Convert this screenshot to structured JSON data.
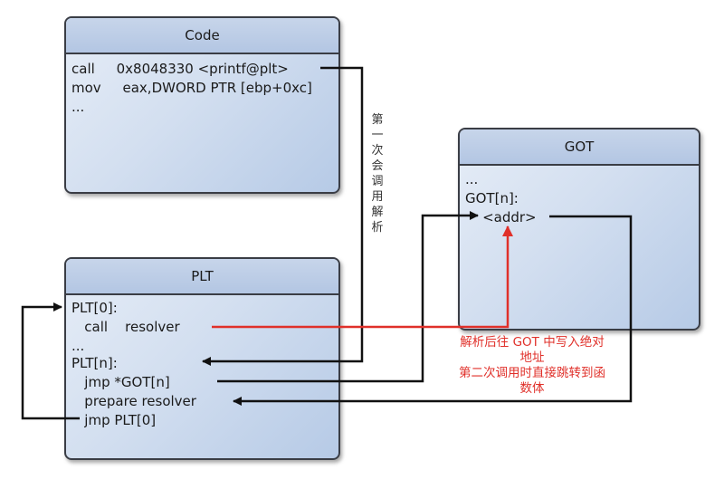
{
  "code": {
    "title": "Code",
    "lines": [
      "call     0x8048330 <printf@plt>",
      "mov     eax,DWORD PTR [ebp+0xc]",
      "..."
    ]
  },
  "plt": {
    "title": "PLT",
    "lines": [
      "PLT[0]:",
      "   call    resolver",
      "...",
      "PLT[n]:",
      "   jmp *GOT[n]",
      "   prepare resolver",
      "   jmp PLT[0]"
    ]
  },
  "got": {
    "title": "GOT",
    "lines": [
      "...",
      "GOT[n]:",
      "    <addr>"
    ]
  },
  "annotations": {
    "first_call": "第一次会调用解析",
    "note_lines": [
      "解析后往 GOT 中写入绝对",
      "地址",
      "第二次调用时直接跳转到函",
      "数体"
    ]
  },
  "colors": {
    "box_border": "#3a3d45",
    "arrow_black": "#111111",
    "arrow_red": "#e0302a"
  }
}
